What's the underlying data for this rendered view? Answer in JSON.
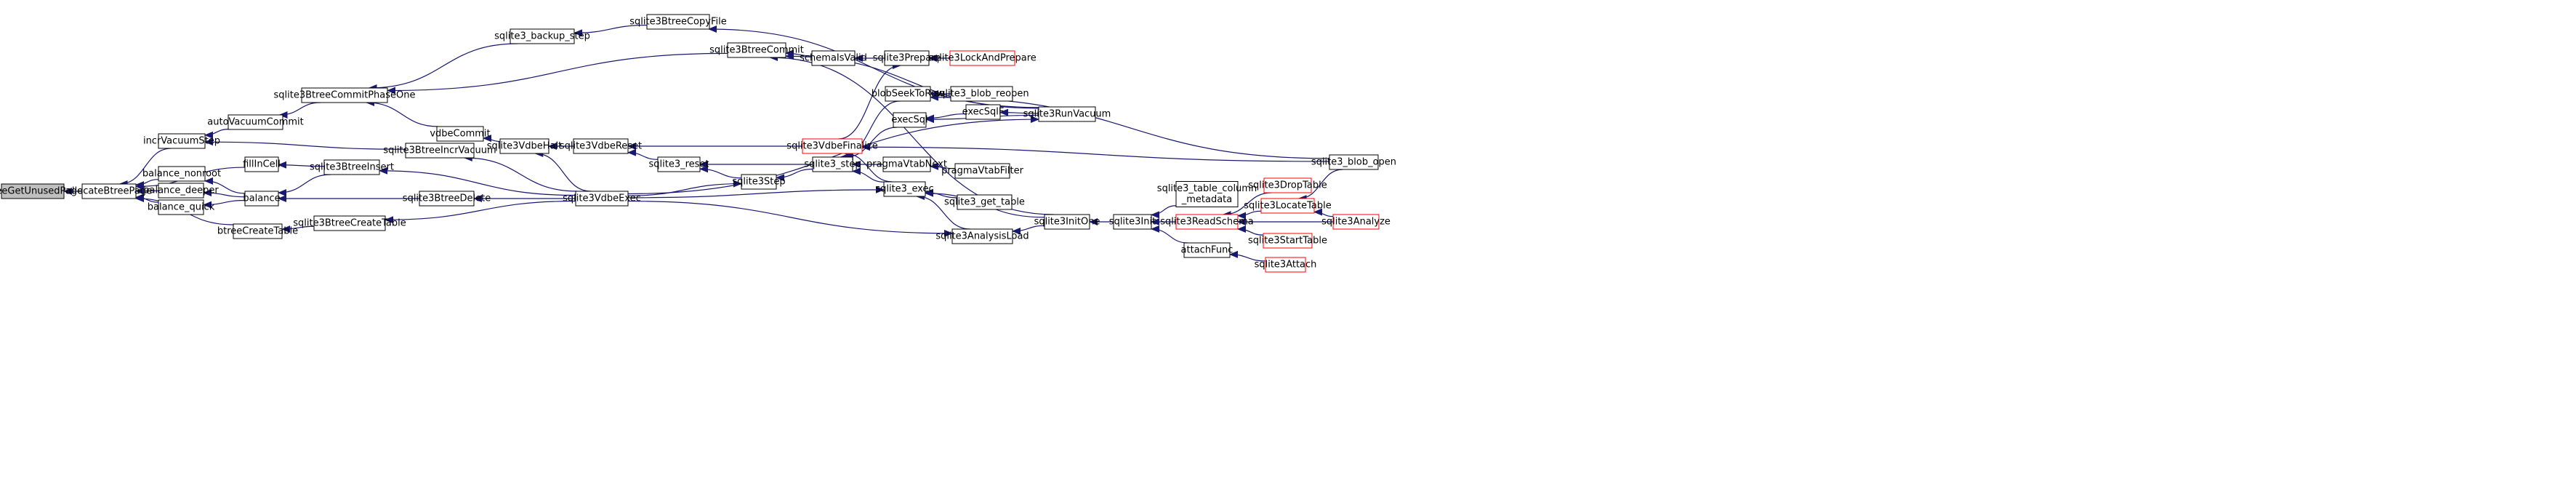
{
  "colors": {
    "edge": "#191970",
    "node_border": "#000000",
    "node_fill": "#ffffff",
    "root_fill": "#bfbfbf",
    "external_border": "#ff0000"
  },
  "nodes": [
    {
      "id": "n_btreeGetUnusedPage",
      "label": "btreeGetUnusedPage",
      "root": true
    },
    {
      "id": "n_allocateBtreePage",
      "label": "allocateBtreePage"
    },
    {
      "id": "n_incrVacuumStep",
      "label": "incrVacuumStep"
    },
    {
      "id": "n_fillInCell",
      "label": "fillInCell"
    },
    {
      "id": "n_balance_nonroot",
      "label": "balance_nonroot"
    },
    {
      "id": "n_balance_deeper",
      "label": "balance_deeper"
    },
    {
      "id": "n_balance_quick",
      "label": "balance_quick"
    },
    {
      "id": "n_btreeCreateTable",
      "label": "btreeCreateTable"
    },
    {
      "id": "n_autoVacuumCommit",
      "label": "autoVacuumCommit"
    },
    {
      "id": "n_balance",
      "label": "balance"
    },
    {
      "id": "n_sqlite3_backup_step",
      "label": "sqlite3_backup_step"
    },
    {
      "id": "n_sqlite3BtreeCommitPhaseOne",
      "label": "sqlite3BtreeCommitPhaseOne"
    },
    {
      "id": "n_vdbeCommit",
      "label": "vdbeCommit"
    },
    {
      "id": "n_sqlite3BtreeIncrVacuum",
      "label": "sqlite3BtreeIncrVacuum"
    },
    {
      "id": "n_sqlite3BtreeInsert",
      "label": "sqlite3BtreeInsert"
    },
    {
      "id": "n_sqlite3BtreeDelete",
      "label": "sqlite3BtreeDelete"
    },
    {
      "id": "n_sqlite3BtreeCreateTable",
      "label": "sqlite3BtreeCreateTable"
    },
    {
      "id": "n_sqlite3BtreeCopyFile",
      "label": "sqlite3BtreeCopyFile"
    },
    {
      "id": "n_sqlite3BtreeCommit",
      "label": "sqlite3BtreeCommit"
    },
    {
      "id": "n_sqlite3VdbeHalt",
      "label": "sqlite3VdbeHalt"
    },
    {
      "id": "n_sqlite3VdbeReset",
      "label": "sqlite3VdbeReset"
    },
    {
      "id": "n_sqlite3_reset",
      "label": "sqlite3_reset"
    },
    {
      "id": "n_sqlite3Step",
      "label": "sqlite3Step"
    },
    {
      "id": "n_sqlite3VdbeExec",
      "label": "sqlite3VdbeExec"
    },
    {
      "id": "n_schemaIsValid",
      "label": "schemaIsValid"
    },
    {
      "id": "n_sqlite3VdbeFinalize",
      "label": "sqlite3VdbeFinalize",
      "external": true
    },
    {
      "id": "n_sqlite3_step",
      "label": "sqlite3_step"
    },
    {
      "id": "n_sqlite3_exec",
      "label": "sqlite3_exec"
    },
    {
      "id": "n_sqlite3AnalysisLoad",
      "label": "sqlite3AnalysisLoad"
    },
    {
      "id": "n_sqlite3Prepare",
      "label": "sqlite3Prepare"
    },
    {
      "id": "n_blobSeekToRow",
      "label": "blobSeekToRow"
    },
    {
      "id": "n_execSql",
      "label": "execSql"
    },
    {
      "id": "n_pragmaVtabNext",
      "label": "pragmaVtabNext"
    },
    {
      "id": "n_sqlite3LockAndPrepare",
      "label": "sqlite3LockAndPrepare",
      "external": true
    },
    {
      "id": "n_sqlite3_blob_reopen",
      "label": "sqlite3_blob_reopen"
    },
    {
      "id": "n_execSqlF",
      "label": "execSqlF"
    },
    {
      "id": "n_pragmaVtabFilter",
      "label": "pragmaVtabFilter"
    },
    {
      "id": "n_sqlite3_get_table",
      "label": "sqlite3_get_table"
    },
    {
      "id": "n_sqlite3RunVacuum",
      "label": "sqlite3RunVacuum"
    },
    {
      "id": "n_sqlite3InitOne",
      "label": "sqlite3InitOne"
    },
    {
      "id": "n_sqlite3Init",
      "label": "sqlite3Init"
    },
    {
      "id": "n_sqlite3_table_column_metadata",
      "label": "sqlite3_table_column\n_metadata"
    },
    {
      "id": "n_sqlite3ReadSchema",
      "label": "sqlite3ReadSchema",
      "external": true
    },
    {
      "id": "n_attachFunc",
      "label": "attachFunc"
    },
    {
      "id": "n_sqlite3DropTable",
      "label": "sqlite3DropTable",
      "external": true
    },
    {
      "id": "n_sqlite3LocateTable",
      "label": "sqlite3LocateTable",
      "external": true
    },
    {
      "id": "n_sqlite3StartTable",
      "label": "sqlite3StartTable",
      "external": true
    },
    {
      "id": "n_sqlite3Attach",
      "label": "sqlite3Attach",
      "external": true
    },
    {
      "id": "n_sqlite3_blob_open",
      "label": "sqlite3_blob_open"
    },
    {
      "id": "n_sqlite3Analyze",
      "label": "sqlite3Analyze",
      "external": true
    }
  ],
  "edges": [
    [
      "n_allocateBtreePage",
      "n_btreeGetUnusedPage"
    ],
    [
      "n_incrVacuumStep",
      "n_allocateBtreePage"
    ],
    [
      "n_fillInCell",
      "n_allocateBtreePage"
    ],
    [
      "n_balance_nonroot",
      "n_allocateBtreePage"
    ],
    [
      "n_balance_deeper",
      "n_allocateBtreePage"
    ],
    [
      "n_balance_quick",
      "n_allocateBtreePage"
    ],
    [
      "n_btreeCreateTable",
      "n_allocateBtreePage"
    ],
    [
      "n_autoVacuumCommit",
      "n_incrVacuumStep"
    ],
    [
      "n_sqlite3BtreeIncrVacuum",
      "n_incrVacuumStep"
    ],
    [
      "n_sqlite3BtreeCommitPhaseOne",
      "n_autoVacuumCommit"
    ],
    [
      "n_sqlite3_backup_step",
      "n_sqlite3BtreeCommitPhaseOne"
    ],
    [
      "n_vdbeCommit",
      "n_sqlite3BtreeCommitPhaseOne"
    ],
    [
      "n_sqlite3BtreeCommit",
      "n_sqlite3BtreeCommitPhaseOne"
    ],
    [
      "n_sqlite3BtreeCopyFile",
      "n_sqlite3_backup_step"
    ],
    [
      "n_sqlite3RunVacuum",
      "n_sqlite3BtreeCopyFile"
    ],
    [
      "n_schemaIsValid",
      "n_sqlite3BtreeCommit"
    ],
    [
      "n_sqlite3RunVacuum",
      "n_sqlite3BtreeCommit"
    ],
    [
      "n_sqlite3InitOne",
      "n_sqlite3BtreeCommit"
    ],
    [
      "n_sqlite3Prepare",
      "n_schemaIsValid"
    ],
    [
      "n_sqlite3LockAndPrepare",
      "n_sqlite3Prepare"
    ],
    [
      "n_sqlite3VdbeHalt",
      "n_vdbeCommit"
    ],
    [
      "n_sqlite3VdbeReset",
      "n_sqlite3VdbeHalt"
    ],
    [
      "n_sqlite3VdbeExec",
      "n_sqlite3VdbeHalt"
    ],
    [
      "n_sqlite3VdbeFinalize",
      "n_sqlite3VdbeReset"
    ],
    [
      "n_sqlite3_reset",
      "n_sqlite3VdbeReset"
    ],
    [
      "n_sqlite3_step",
      "n_sqlite3_reset"
    ],
    [
      "n_sqlite3Step",
      "n_sqlite3_reset"
    ],
    [
      "n_sqlite3_step",
      "n_sqlite3Step"
    ],
    [
      "n_sqlite3VdbeExec",
      "n_sqlite3Step"
    ],
    [
      "n_sqlite3VdbeFinalize",
      "n_sqlite3Prepare"
    ],
    [
      "n_sqlite3_blob_open",
      "n_sqlite3VdbeFinalize"
    ],
    [
      "n_sqlite3_exec",
      "n_sqlite3VdbeFinalize"
    ],
    [
      "n_sqlite3_exec",
      "n_sqlite3_step"
    ],
    [
      "n_execSql",
      "n_sqlite3_step"
    ],
    [
      "n_blobSeekToRow",
      "n_sqlite3_step"
    ],
    [
      "n_pragmaVtabNext",
      "n_sqlite3_step"
    ],
    [
      "n_sqlite3_blob_open",
      "n_blobSeekToRow"
    ],
    [
      "n_sqlite3_blob_reopen",
      "n_blobSeekToRow"
    ],
    [
      "n_execSqlF",
      "n_execSql"
    ],
    [
      "n_sqlite3RunVacuum",
      "n_execSql"
    ],
    [
      "n_sqlite3RunVacuum",
      "n_execSqlF"
    ],
    [
      "n_pragmaVtabFilter",
      "n_pragmaVtabNext"
    ],
    [
      "n_sqlite3_get_table",
      "n_sqlite3_exec"
    ],
    [
      "n_sqlite3InitOne",
      "n_sqlite3_exec"
    ],
    [
      "n_sqlite3AnalysisLoad",
      "n_sqlite3_exec"
    ],
    [
      "n_sqlite3VdbeExec",
      "n_sqlite3_exec"
    ],
    [
      "n_sqlite3BtreeInsert",
      "n_fillInCell"
    ],
    [
      "n_balance",
      "n_balance_nonroot"
    ],
    [
      "n_balance",
      "n_balance_deeper"
    ],
    [
      "n_balance",
      "n_balance_quick"
    ],
    [
      "n_sqlite3BtreeInsert",
      "n_balance"
    ],
    [
      "n_sqlite3BtreeDelete",
      "n_balance"
    ],
    [
      "n_sqlite3VdbeExec",
      "n_sqlite3BtreeInsert"
    ],
    [
      "n_sqlite3VdbeExec",
      "n_sqlite3BtreeDelete"
    ],
    [
      "n_sqlite3VdbeExec",
      "n_sqlite3BtreeIncrVacuum"
    ],
    [
      "n_sqlite3BtreeCreateTable",
      "n_btreeCreateTable"
    ],
    [
      "n_sqlite3VdbeExec",
      "n_sqlite3BtreeCreateTable"
    ],
    [
      "n_sqlite3VdbeExec",
      "n_sqlite3AnalysisLoad"
    ],
    [
      "n_sqlite3VdbeExec",
      "n_sqlite3RunVacuum"
    ],
    [
      "n_sqlite3InitOne",
      "n_sqlite3AnalysisLoad"
    ],
    [
      "n_sqlite3Init",
      "n_sqlite3InitOne"
    ],
    [
      "n_sqlite3_table_column_metadata",
      "n_sqlite3Init"
    ],
    [
      "n_sqlite3ReadSchema",
      "n_sqlite3Init"
    ],
    [
      "n_attachFunc",
      "n_sqlite3Init"
    ],
    [
      "n_sqlite3DropTable",
      "n_sqlite3ReadSchema"
    ],
    [
      "n_sqlite3LocateTable",
      "n_sqlite3ReadSchema"
    ],
    [
      "n_sqlite3StartTable",
      "n_sqlite3ReadSchema"
    ],
    [
      "n_sqlite3Analyze",
      "n_sqlite3ReadSchema"
    ],
    [
      "n_sqlite3Analyze",
      "n_sqlite3LocateTable"
    ],
    [
      "n_sqlite3_blob_open",
      "n_sqlite3LocateTable"
    ],
    [
      "n_sqlite3Attach",
      "n_attachFunc"
    ]
  ]
}
